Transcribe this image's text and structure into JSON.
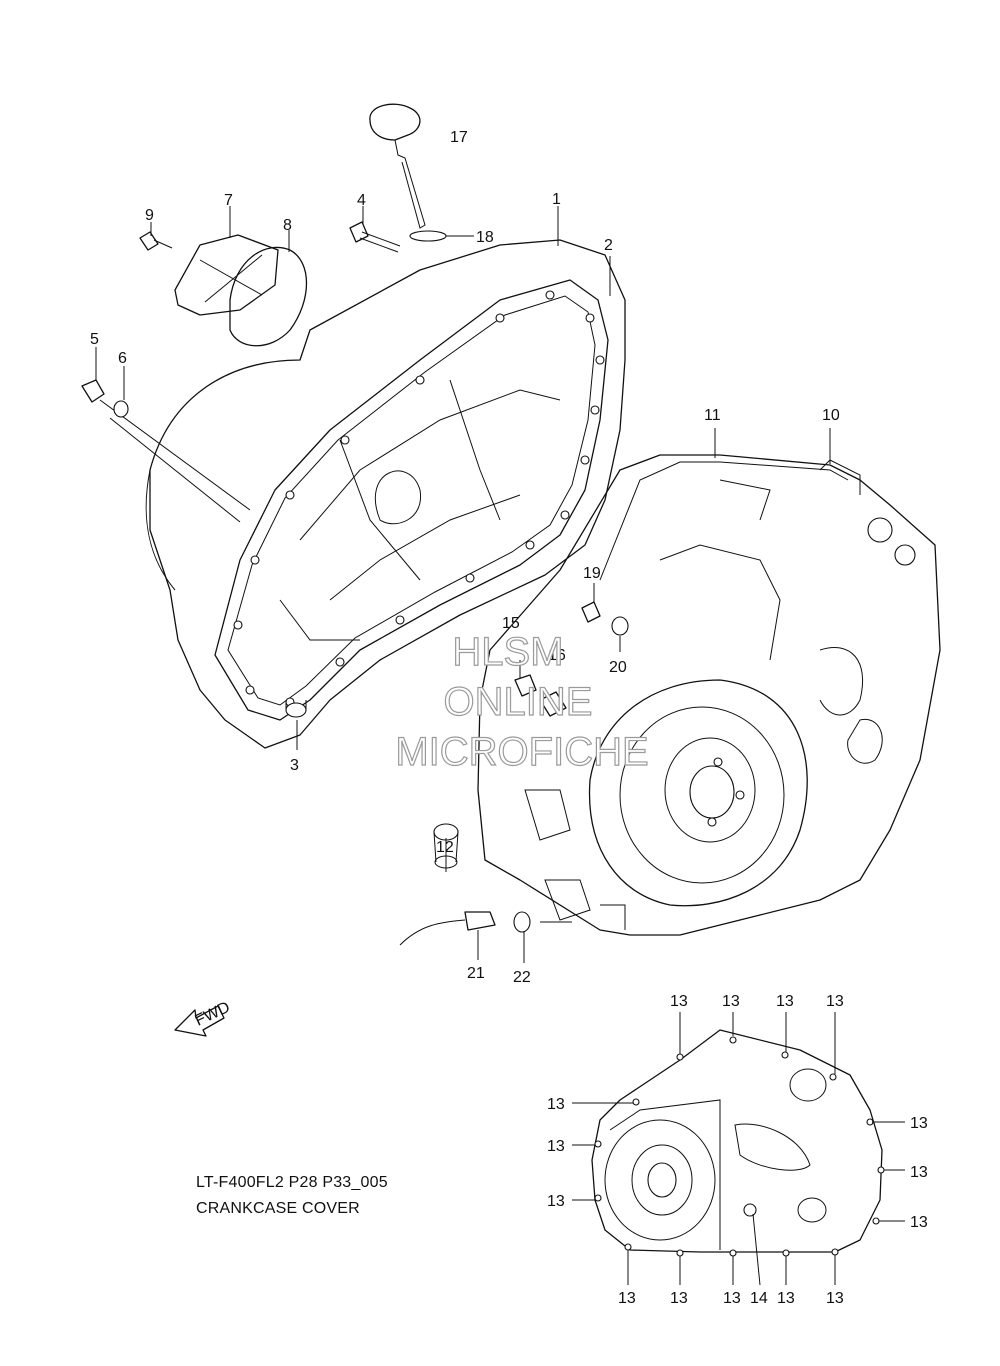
{
  "labels": {
    "p1": "1",
    "p2": "2",
    "p3": "3",
    "p4": "4",
    "p5": "5",
    "p6": "6",
    "p7": "7",
    "p8": "8",
    "p9": "9",
    "p10": "10",
    "p11": "11",
    "p12": "12",
    "p14": "14",
    "p15": "15",
    "p16": "16",
    "p17": "17",
    "p18": "18",
    "p19": "19",
    "p20": "20",
    "p21": "21",
    "p22": "22",
    "p13": "13"
  },
  "watermark": {
    "line1": "HLSM",
    "line2": "ONLINE",
    "line3": "MICROFICHE"
  },
  "fwd_arrow_text": "FWD",
  "caption": {
    "line1": "LT-F400FL2 P28 P33_005",
    "line2": "CRANKCASE COVER"
  }
}
